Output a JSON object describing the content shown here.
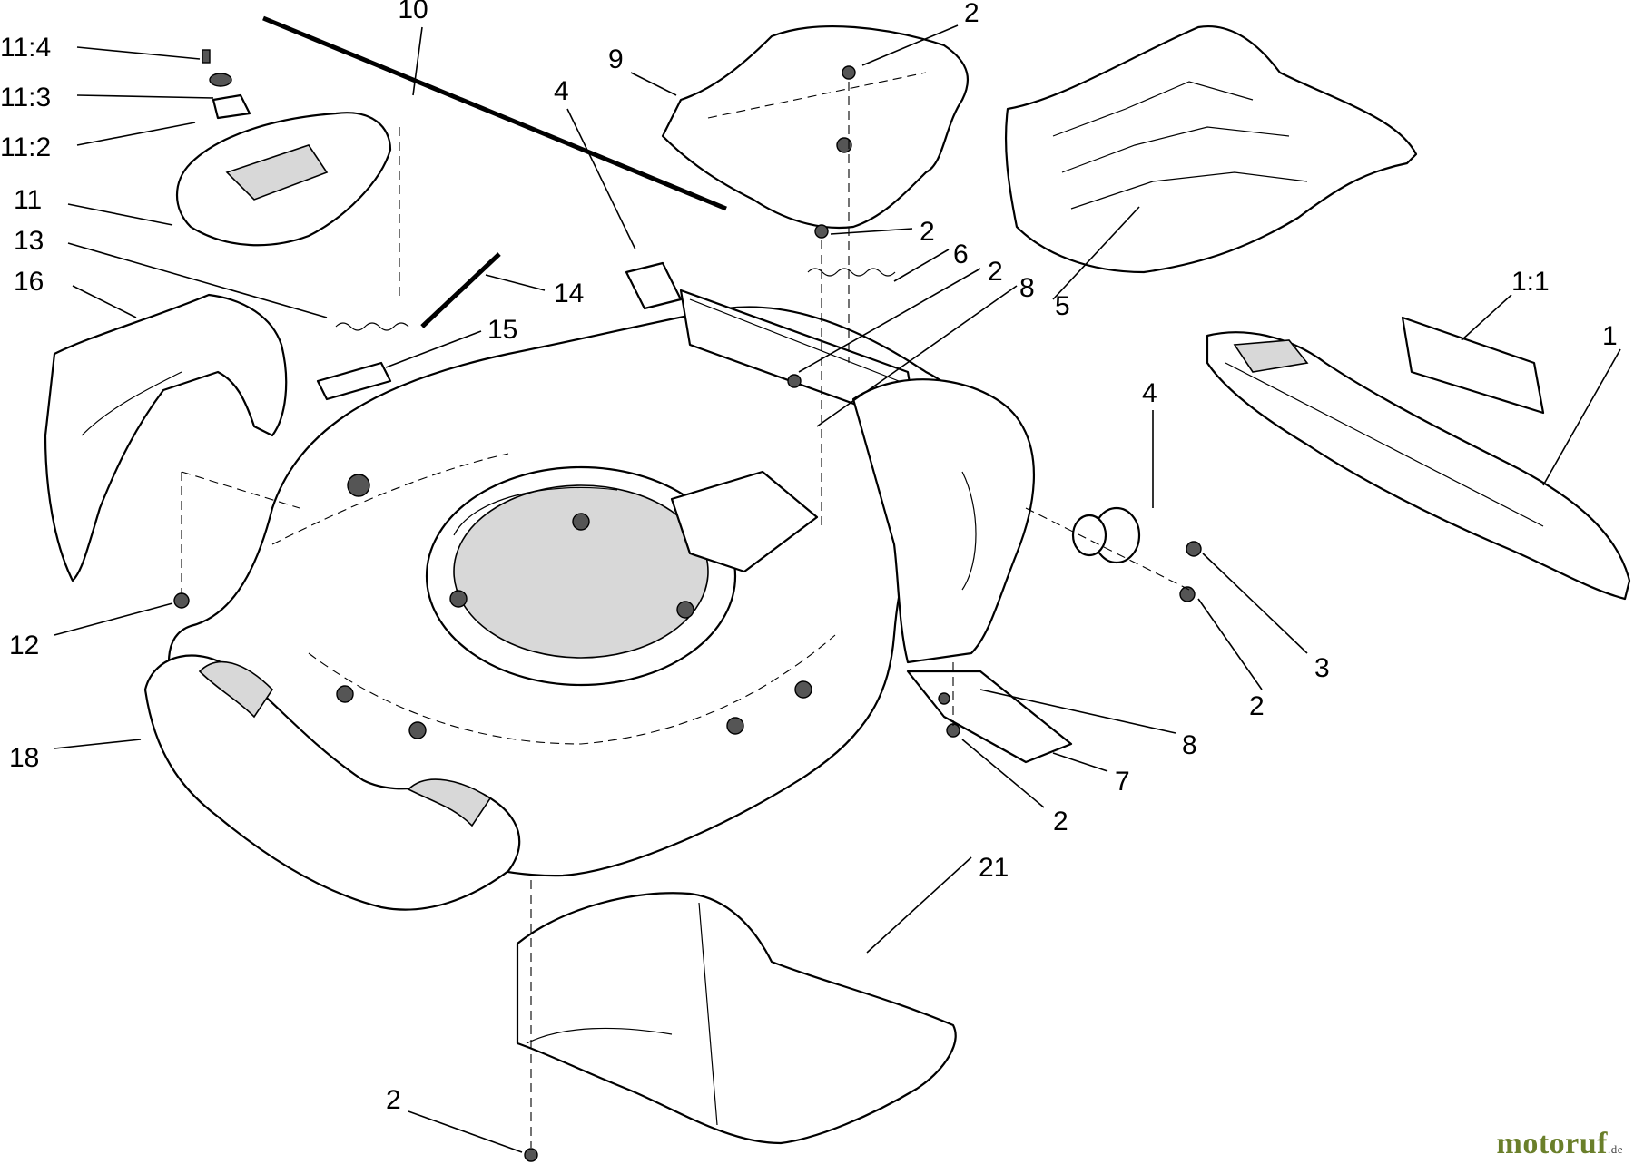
{
  "diagram": {
    "callouts": [
      "10",
      "11:4",
      "11:3",
      "11:2",
      "11",
      "13",
      "16",
      "14",
      "15",
      "12",
      "18",
      "4",
      "9",
      "2",
      "2",
      "6",
      "2",
      "8",
      "5",
      "1:1",
      "1",
      "4",
      "3",
      "2",
      "8",
      "7",
      "2",
      "21",
      "2"
    ]
  },
  "watermark": {
    "brand": "motoruf",
    "tld": ".de",
    "color": "#6a7f2a"
  }
}
